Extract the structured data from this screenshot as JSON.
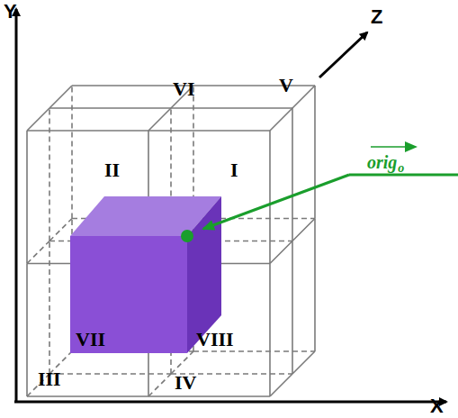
{
  "diagram": {
    "labels": [
      "Y",
      "Z",
      "VI",
      "V",
      "orig",
      "o",
      "II",
      "I",
      "VII",
      "VIII",
      "III",
      "IV",
      "X"
    ]
  }
}
